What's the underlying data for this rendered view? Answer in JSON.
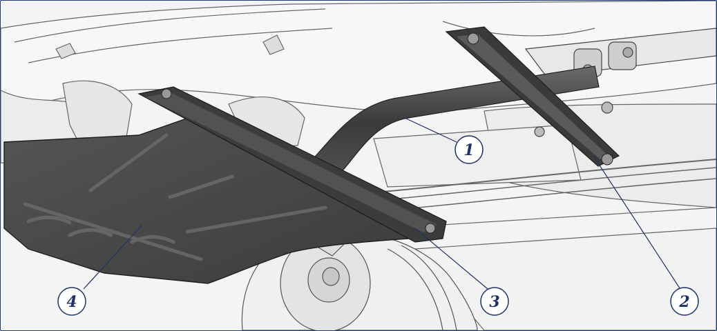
{
  "diagram": {
    "callouts": [
      {
        "id": "1",
        "label": "1"
      },
      {
        "id": "2",
        "label": "2"
      },
      {
        "id": "3",
        "label": "3"
      },
      {
        "id": "4",
        "label": "4"
      }
    ],
    "colors": {
      "frame": "#1f3b78",
      "callout_stroke": "#1e3266",
      "callout_text": "#1e3266",
      "part_dark": "#454545",
      "line_art": "#555555",
      "background": "#f4f4f4"
    }
  }
}
